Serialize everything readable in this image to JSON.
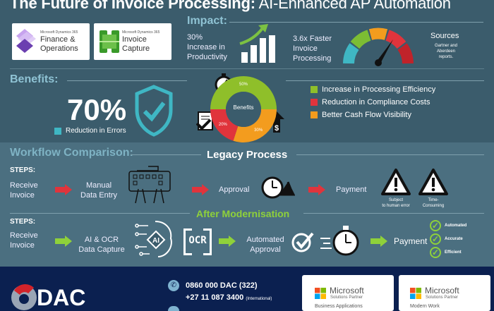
{
  "title": {
    "bold": "The Future of Invoice Processing:",
    "rest": " AI-Enhanced AP Automation"
  },
  "products": [
    {
      "brand": "Microsoft Dynamics 365",
      "name1": "Finance &",
      "name2": "Operations"
    },
    {
      "brand": "Microsoft Dynamics 365",
      "name1": "Invoice",
      "name2": "Capture"
    }
  ],
  "impact": {
    "heading": "Impact:",
    "stat1": [
      "30%",
      "Increase in",
      "Productivity"
    ],
    "stat2": [
      "3.6x Faster",
      "Invoice",
      "Processing"
    ],
    "sources_title": "Sources",
    "sources_text": [
      "Gartner and",
      "Aberdeen",
      "reports."
    ]
  },
  "benefits": {
    "heading": "Benefits:",
    "big": "70%",
    "big_label": "Reduction in Errors",
    "donut_center": "Benefits",
    "slices": [
      {
        "label": "50%",
        "value": 50,
        "color": "#8fbf2a"
      },
      {
        "label": "30%",
        "value": 30,
        "color": "#f39c1e"
      },
      {
        "label": "20%",
        "value": 20,
        "color": "#e0343c"
      }
    ],
    "legend": [
      {
        "label": "Increase in Processing Efficiency",
        "color": "#8fbf2a"
      },
      {
        "label": "Reduction in Compliance Costs",
        "color": "#e0343c"
      },
      {
        "label": "Better Cash Flow Visibility",
        "color": "#f39c1e"
      }
    ]
  },
  "workflow": {
    "heading": "Workflow Comparison:",
    "legacy": {
      "title": "Legacy Process",
      "steps_label": "STEPS:",
      "receive": [
        "Receive",
        "Invoice"
      ],
      "manual": [
        "Manual",
        "Data Entry"
      ],
      "approval": "Approval",
      "payment": "Payment",
      "warn1": [
        "Subject",
        "to human error"
      ],
      "warn2": [
        "Time-",
        "Consuming"
      ]
    },
    "modern": {
      "title": "After Modernisation",
      "steps_label": "STEPS:",
      "receive": [
        "Receive",
        "Invoice"
      ],
      "capture": [
        "AI & OCR",
        "Data Capture"
      ],
      "ai": "AI",
      "ocr": "OCR",
      "approval": [
        "Automated",
        "Approval"
      ],
      "payment": "Payment",
      "checks": [
        "Automated",
        "Accurate",
        "Efficient"
      ]
    }
  },
  "footer": {
    "logo": "DAC",
    "phone1": "0860 000 DAC (322)",
    "phone2": "+27 11 087 3400",
    "phone2_note": "(International)",
    "partners": [
      {
        "brand": "Microsoft",
        "sub": "Solutions Partner",
        "area": "Business Applications"
      },
      {
        "brand": "Microsoft",
        "sub": "Solutions Partner",
        "area": "Modern Work"
      }
    ]
  }
}
